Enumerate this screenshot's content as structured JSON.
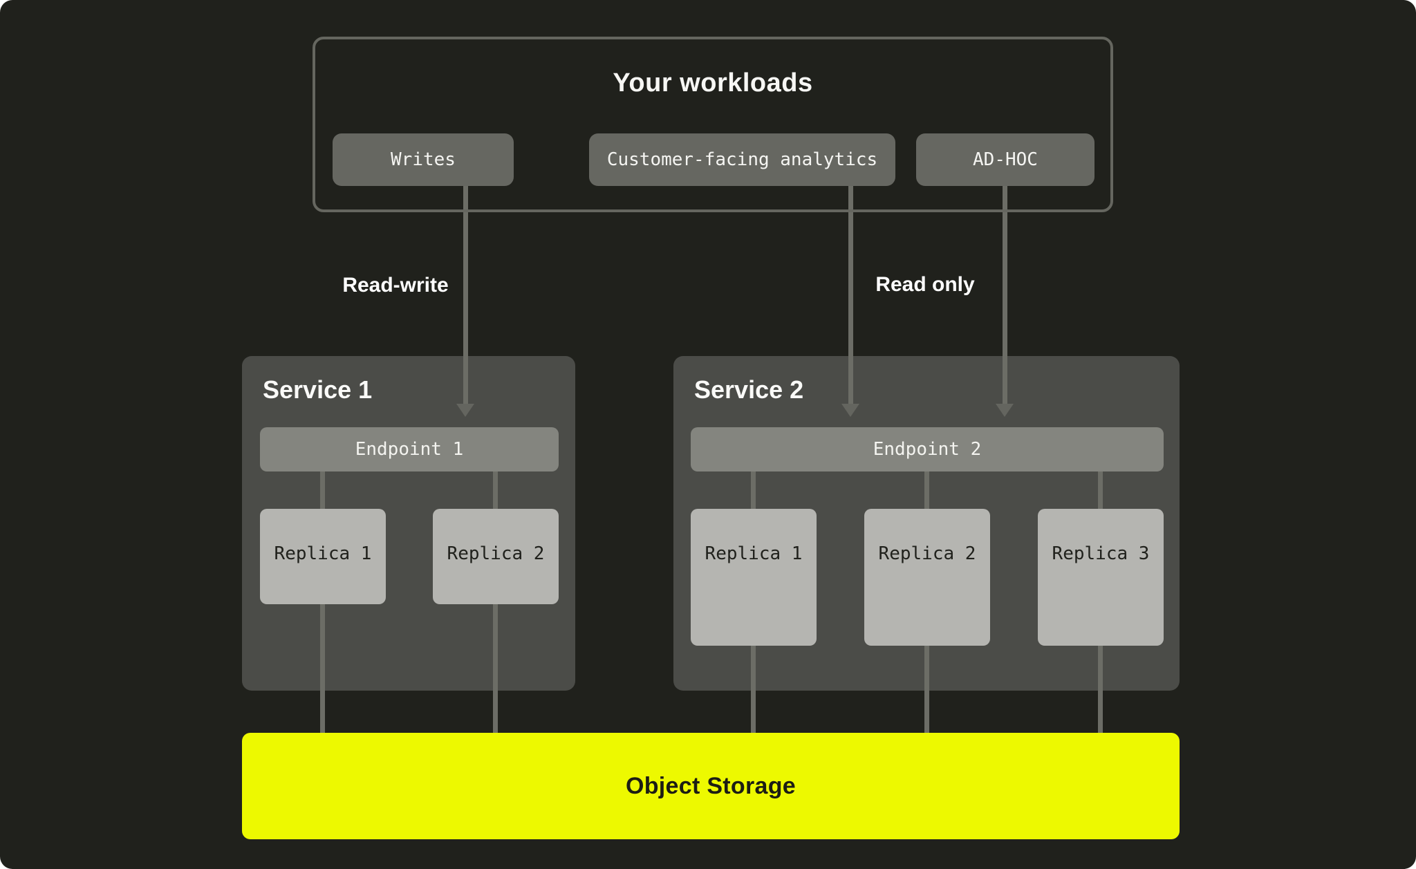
{
  "workloads": {
    "title": "Your workloads",
    "items": [
      {
        "label": "Writes"
      },
      {
        "label": "Customer-facing analytics"
      },
      {
        "label": "AD-HOC"
      }
    ]
  },
  "edges": {
    "read_write_label": "Read-write",
    "read_only_label": "Read only"
  },
  "services": [
    {
      "name": "Service 1",
      "endpoint": "Endpoint 1",
      "replicas": [
        "Replica 1",
        "Replica 2"
      ]
    },
    {
      "name": "Service 2",
      "endpoint": "Endpoint 2",
      "replicas": [
        "Replica 1",
        "Replica 2",
        "Replica 3"
      ]
    }
  ],
  "storage": {
    "label": "Object Storage"
  },
  "colors": {
    "background": "#20211c",
    "service_panel": "#4b4c48",
    "workload_chip": "#666761",
    "endpoint": "#84857f",
    "replica": "#b5b5b1",
    "connector": "#6c6d66",
    "storage_yellow": "#edf900",
    "text_light": "#f5f5f2",
    "text_dark": "#20211c"
  }
}
